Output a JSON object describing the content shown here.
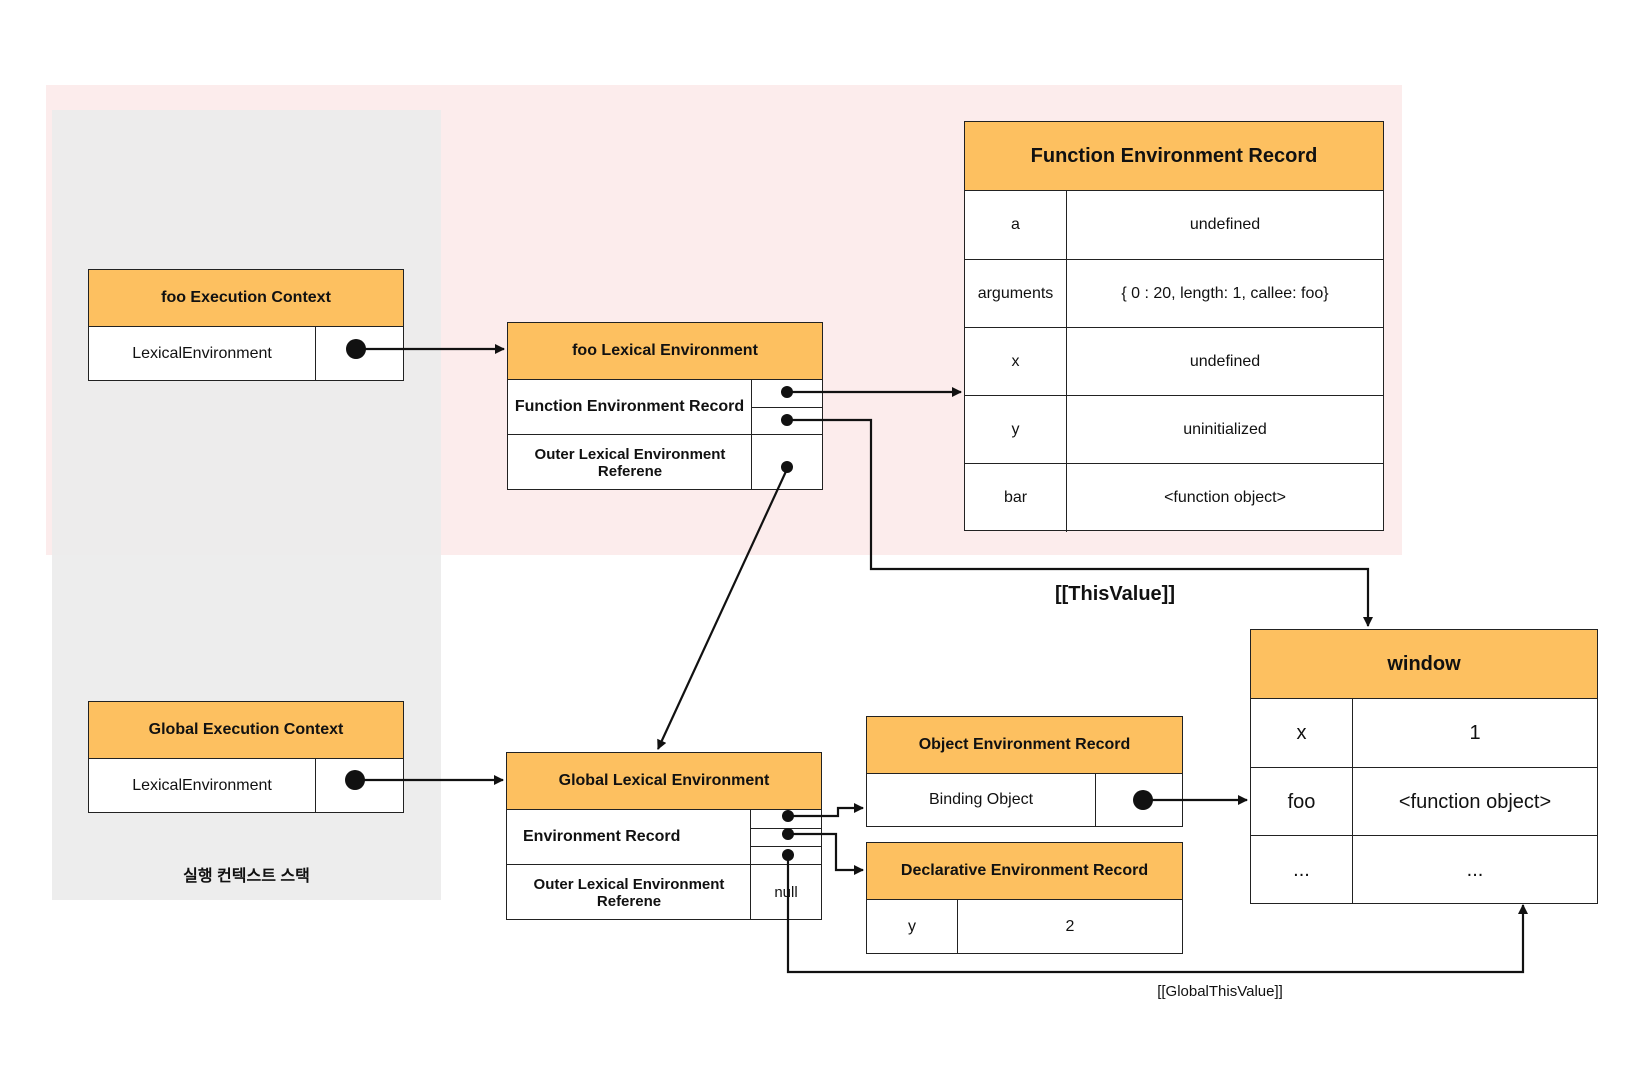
{
  "stack_label": "실행 컨텍스트 스택",
  "foo_ec": {
    "title": "foo Execution Context",
    "row_label": "LexicalEnvironment"
  },
  "global_ec": {
    "title": "Global Execution Context",
    "row_label": "LexicalEnvironment"
  },
  "foo_le": {
    "title": "foo Lexical Environment",
    "record_label": "Function Environment Record",
    "outer_label": "Outer Lexical Environment Referene"
  },
  "global_le": {
    "title": "Global Lexical Environment",
    "record_label": "Environment Record",
    "outer_label": "Outer Lexical Environment Referene",
    "outer_value": "null"
  },
  "function_env_record": {
    "title": "Function Environment Record",
    "rows": [
      {
        "name": "a",
        "value": "undefined"
      },
      {
        "name": "arguments",
        "value": "{ 0 : 20, length: 1, callee: foo}"
      },
      {
        "name": "x",
        "value": "undefined"
      },
      {
        "name": "y",
        "value": "uninitialized"
      },
      {
        "name": "bar",
        "value": "<function object>"
      }
    ]
  },
  "object_env_record": {
    "title": "Object  Environment Record",
    "row_label": "Binding Object"
  },
  "declarative_env_record": {
    "title": "Declarative Environment Record",
    "rows": [
      {
        "name": "y",
        "value": "2"
      }
    ]
  },
  "window": {
    "title": "window",
    "rows": [
      {
        "name": "x",
        "value": "1"
      },
      {
        "name": "foo",
        "value": "<function object>"
      },
      {
        "name": "...",
        "value": "..."
      }
    ]
  },
  "edge_labels": {
    "this_value": "[[ThisValue]]",
    "global_this_value": "[[GlobalThisValue]]"
  }
}
